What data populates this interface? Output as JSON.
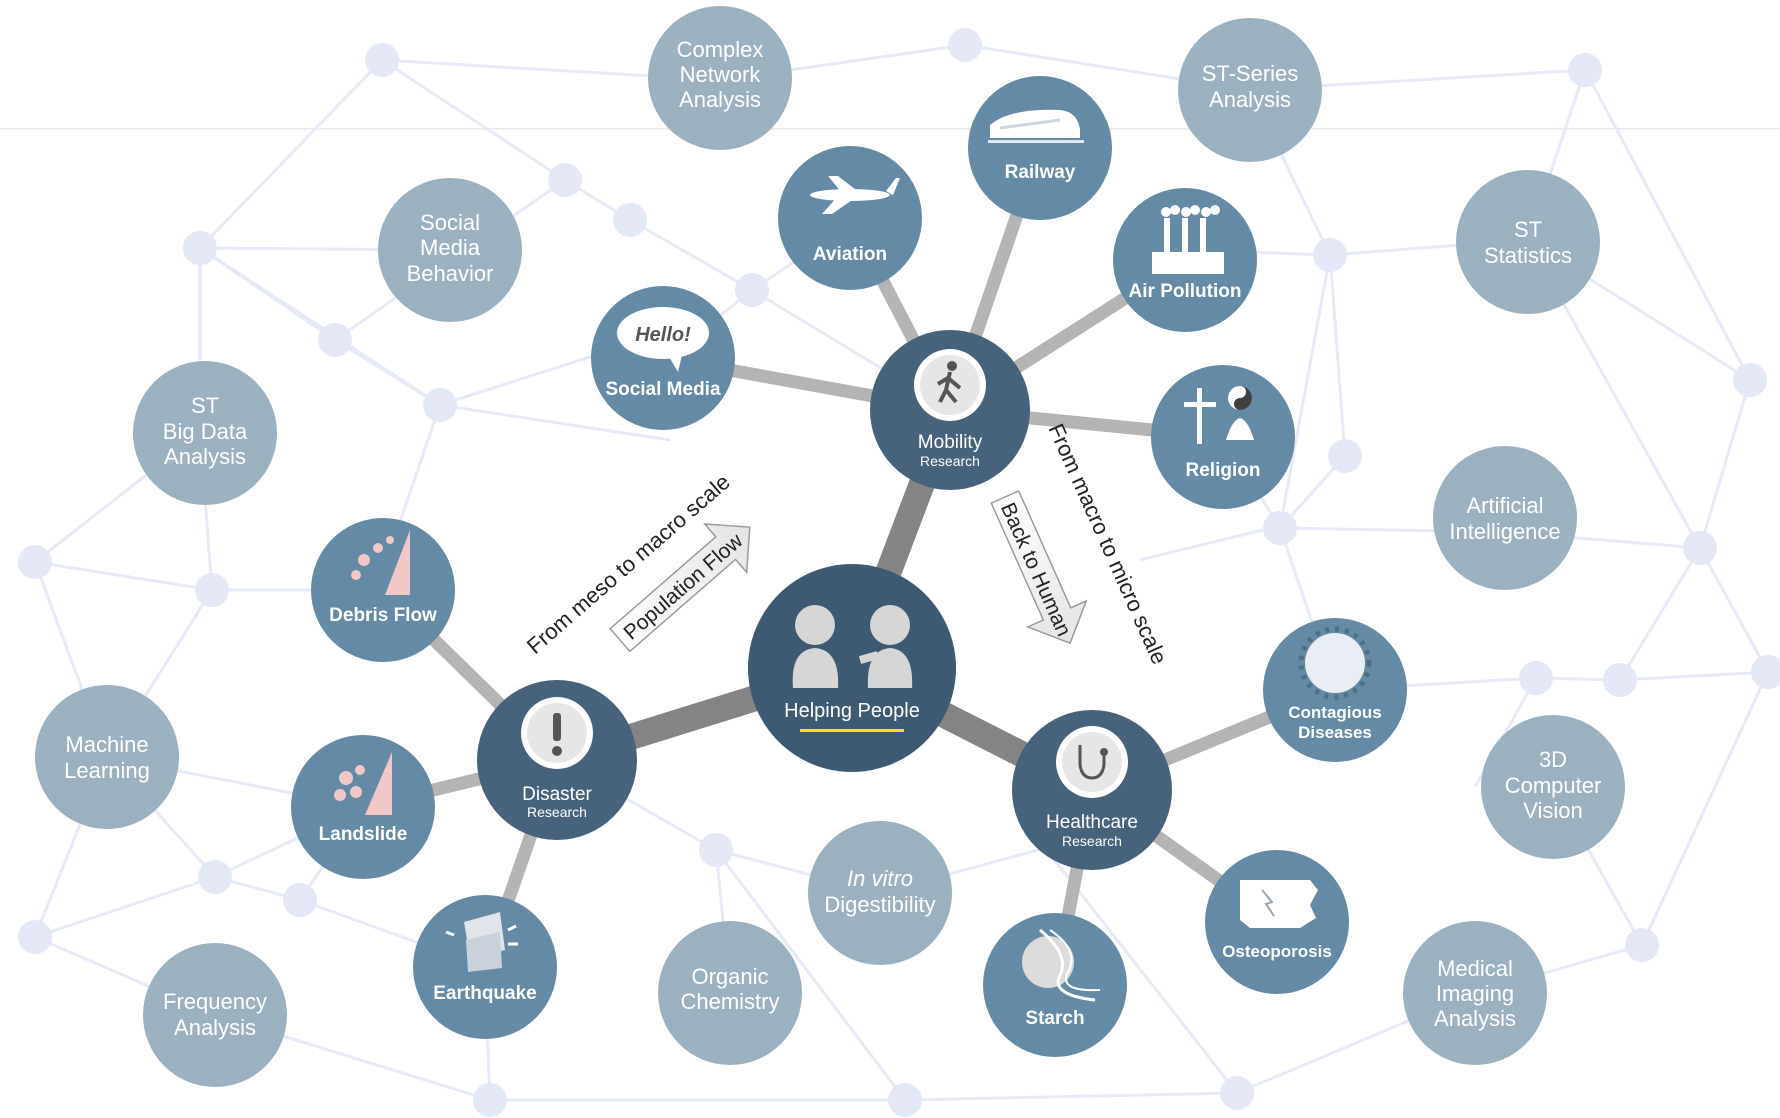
{
  "center": {
    "label": "Helping People"
  },
  "hubs": {
    "mobility": {
      "title": "Mobility",
      "subtitle": "Research"
    },
    "disaster": {
      "title": "Disaster",
      "subtitle": "Research"
    },
    "healthcare": {
      "title": "Healthcare",
      "subtitle": "Research"
    }
  },
  "topics": {
    "aviation": {
      "label": "Aviation",
      "icon": "airplane-icon"
    },
    "railway": {
      "label": "Railway",
      "icon": "train-icon"
    },
    "air_pollution": {
      "label": "Air Pollution",
      "icon": "factory-icon"
    },
    "social_media": {
      "label": "Social Media",
      "icon": "speech-bubble-icon",
      "icon_text": "Hello!"
    },
    "religion": {
      "label": "Religion",
      "icon": "cross-yinyang-lotus-icon"
    },
    "debris_flow": {
      "label": "Debris Flow",
      "icon": "debris-flow-icon"
    },
    "landslide": {
      "label": "Landslide",
      "icon": "landslide-icon"
    },
    "earthquake": {
      "label": "Earthquake",
      "icon": "earthquake-icon"
    },
    "contagious": {
      "label_1": "Contagious",
      "label_2": "Diseases",
      "icon": "virus-icon"
    },
    "osteoporosis": {
      "label": "Osteoporosis",
      "icon": "bone-icon"
    },
    "starch": {
      "label": "Starch",
      "icon": "starch-dna-icon"
    }
  },
  "methods": {
    "complex_network": [
      "Complex",
      "Network",
      "Analysis"
    ],
    "st_series": [
      "ST-Series",
      "Analysis"
    ],
    "social_media_behavior": [
      "Social",
      "Media",
      "Behavior"
    ],
    "st_statistics": [
      "ST",
      "Statistics"
    ],
    "st_big_data": [
      "ST",
      "Big Data",
      "Analysis"
    ],
    "artificial_intelligence": [
      "Artificial",
      "Intelligence"
    ],
    "machine_learning": [
      "Machine",
      "Learning"
    ],
    "computer_vision": [
      "3D",
      "Computer",
      "Vision"
    ],
    "frequency_analysis": [
      "Frequency",
      "Analysis"
    ],
    "in_vitro": [
      "In vitro",
      "Digestibility"
    ],
    "organic_chemistry": [
      "Organic",
      "Chemistry"
    ],
    "medical_imaging": [
      "Medical",
      "Imaging",
      "Analysis"
    ]
  },
  "annotations": {
    "meso_to_macro": "From meso to macro scale",
    "population_flow": "Population Flow",
    "macro_to_micro": "From macro to micro scale",
    "back_to_human": "Back to Human"
  },
  "colors": {
    "center": "#3e5a72",
    "hub": "#46637b",
    "topic": "#648aa5",
    "method": "#9bb1c0",
    "network_dot": "#e3e7f6",
    "network_line": "#e6e9f7",
    "connector_dark": "#848484",
    "connector_light": "#b4b4b4",
    "underline": "#f2e600"
  }
}
